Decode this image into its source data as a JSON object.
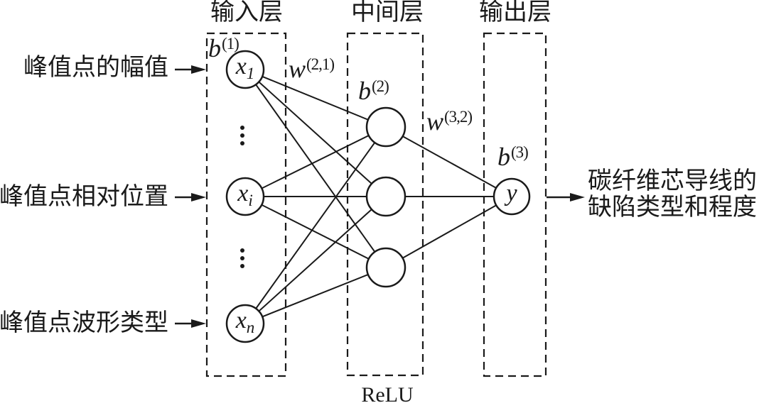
{
  "figure": {
    "layer_titles": {
      "input": "输入层",
      "hidden": "中间层",
      "output": "输出层"
    },
    "input_labels": [
      "峰值点的幅值",
      "峰值点相对位置",
      "峰值点波形类型"
    ],
    "nodes": {
      "x1": {
        "base": "x",
        "sub": "1"
      },
      "xi": {
        "base": "x",
        "sub": "i"
      },
      "xn": {
        "base": "x",
        "sub": "n"
      },
      "y": {
        "base": "y"
      }
    },
    "params": {
      "b1": {
        "base": "b",
        "sup": "(1)"
      },
      "b2": {
        "base": "b",
        "sup": "(2)"
      },
      "b3": {
        "base": "b",
        "sup": "(3)"
      },
      "w21": {
        "base": "w",
        "sup": "(2,1)"
      },
      "w32": {
        "base": "w",
        "sup": "(3,2)"
      }
    },
    "activation_label": "ReLU",
    "output_label": {
      "line1": "碳纤维芯导线的",
      "line2": "缺陷类型和程度"
    },
    "colors": {
      "ink": "#1a1a1a",
      "background": "#ffffff"
    }
  }
}
